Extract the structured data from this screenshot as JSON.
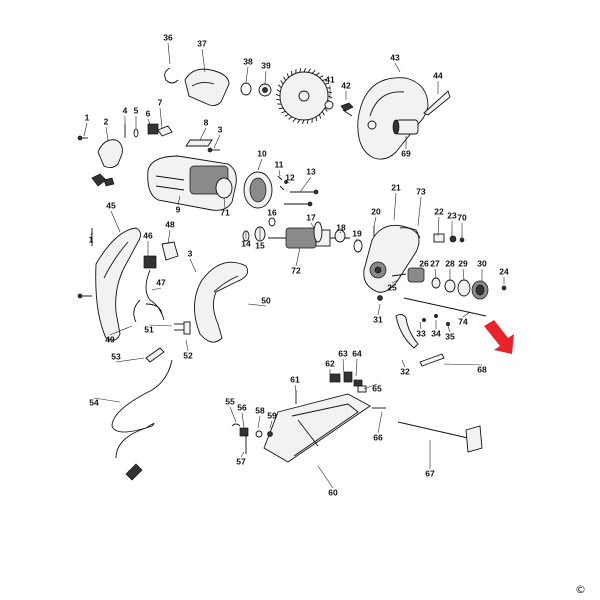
{
  "copyright": "©",
  "accent_arrow_color": "#e8232a",
  "labels": [
    "36",
    "37",
    "38",
    "39",
    "41",
    "42",
    "43",
    "44",
    "1",
    "2",
    "3",
    "4",
    "5",
    "6",
    "7",
    "8",
    "9",
    "10",
    "11",
    "12",
    "13",
    "69",
    "21",
    "73",
    "20",
    "71",
    "16",
    "17",
    "18",
    "19",
    "22",
    "23",
    "70",
    "45",
    "46",
    "48",
    "14",
    "15",
    "72",
    "3",
    "1",
    "47",
    "26",
    "27",
    "28",
    "29",
    "30",
    "24",
    "25",
    "50",
    "49",
    "51",
    "52",
    "53",
    "31",
    "33",
    "34",
    "35",
    "74",
    "32",
    "62",
    "63",
    "64",
    "68",
    "61",
    "65",
    "54",
    "55",
    "56",
    "57",
    "58",
    "59",
    "60",
    "66",
    "67"
  ]
}
